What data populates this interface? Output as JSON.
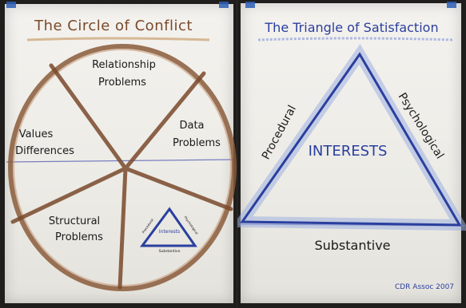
{
  "left_chart": {
    "title": "The Circle of Conflict",
    "segments": [
      {
        "label_line1": "Relationship",
        "label_line2": "Problems"
      },
      {
        "label_line1": "Data",
        "label_line2": "Problems"
      },
      {
        "label_line1": "Values",
        "label_line2": "Differences"
      },
      {
        "label_line1": "Structural",
        "label_line2": "Problems"
      }
    ],
    "mini_triangle": {
      "center": "Interests",
      "left": "Procedural",
      "right": "Psychological",
      "bottom": "Substantive"
    }
  },
  "right_chart": {
    "title": "The Triangle of Satisfaction",
    "center": "INTERESTS",
    "left_side": "Procedural",
    "right_side": "Psychological",
    "bottom_side": "Substantive",
    "credit": "CDR Assoc 2007"
  },
  "colors": {
    "marker_brown": "#7a4a2c",
    "marker_blue": "#2a3f9e",
    "marker_black": "#1a1a1a",
    "paper": "#efede8",
    "tape_blue": "#2e5fb6"
  }
}
